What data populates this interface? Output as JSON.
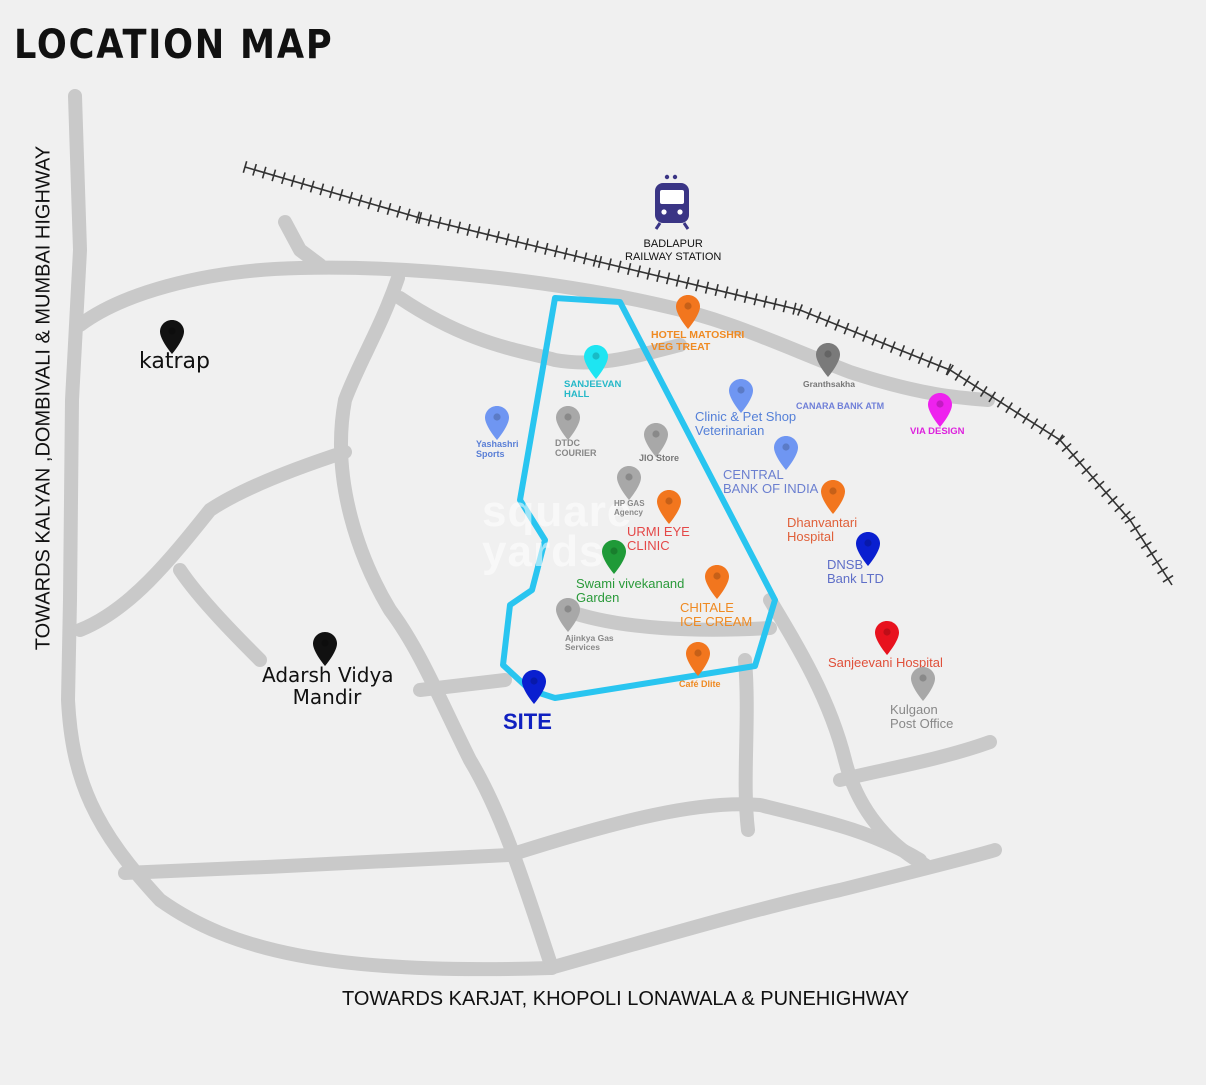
{
  "title": "LOCATION MAP",
  "edges": {
    "left": "TOWARDS KALYAN ,DOMBIVALI & MUMBAI HIGHWAY",
    "bottom": "TOWARDS KARJAT, KHOPOLI LONAWALA & PUNEHIGHWAY"
  },
  "station": {
    "label": "BADLAPUR\nRAILWAY STATION",
    "icon": "train-icon"
  },
  "watermark": "square\nyards",
  "colors": {
    "background": "#f0f0f0",
    "road": "#c9c9c9",
    "site_boundary": "#29c5f0",
    "railway": "#333333"
  },
  "places": [
    {
      "id": "katrap",
      "label": "katrap",
      "pin": "#111111",
      "text": "#111111"
    },
    {
      "id": "adarsh-vidya-mandir",
      "label": "Adarsh Vidya\nMandir",
      "pin": "#111111",
      "text": "#111111"
    },
    {
      "id": "site",
      "label": "SITE",
      "pin": "#0a1fd0",
      "text": "#1020c0"
    },
    {
      "id": "hotel-matoshri",
      "label": "HOTEL MATOSHRI\nVEG TREAT",
      "pin": "#f2761e",
      "text": "#ef8a22"
    },
    {
      "id": "sanjeevan-hall",
      "label": "SANJEEVAN\nHALL",
      "pin": "#1ee5f2",
      "text": "#25b8c8"
    },
    {
      "id": "granthsakha",
      "label": "Granthsakha",
      "pin": "#7a7a7a",
      "text": "#777777"
    },
    {
      "id": "canara-bank-atm",
      "label": "CANARA BANK ATM",
      "pin": "",
      "text": "#6f7fd8"
    },
    {
      "id": "via-design",
      "label": "VIA DESIGN",
      "pin": "#ee22ee",
      "text": "#dd22dd"
    },
    {
      "id": "clinic-pet-shop",
      "label": "Clinic & Pet Shop\nVeterinarian",
      "pin": "#6f96f2",
      "text": "#5580d8"
    },
    {
      "id": "yashashri-sports",
      "label": "Yashashri\nSports",
      "pin": "#6f96f2",
      "text": "#5a7fd6"
    },
    {
      "id": "dtdc-courier",
      "label": "DTDC\nCOURIER",
      "pin": "#a8a8a8",
      "text": "#888888"
    },
    {
      "id": "jio-store",
      "label": "JIO Store",
      "pin": "#a8a8a8",
      "text": "#777777"
    },
    {
      "id": "central-bank",
      "label": "CENTRAL\nBANK OF INDIA",
      "pin": "#6f96f2",
      "text": "#6b7fd0"
    },
    {
      "id": "hp-gas",
      "label": "HP GAS\nAgency",
      "pin": "#a8a8a8",
      "text": "#888888"
    },
    {
      "id": "urmi-eye-clinic",
      "label": "URMI EYE\nCLINIC",
      "pin": "#f2761e",
      "text": "#e44848"
    },
    {
      "id": "dhanvantari-hospital",
      "label": "Dhanvantari\nHospital",
      "pin": "#f2761e",
      "text": "#e0603a"
    },
    {
      "id": "swami-vivekanand-garden",
      "label": "Swami vivekanand\nGarden",
      "pin": "#1f9a38",
      "text": "#2a9a3a"
    },
    {
      "id": "dnsb-bank",
      "label": "DNSB\nBank LTD",
      "pin": "#0a1fd0",
      "text": "#5f6fc8"
    },
    {
      "id": "chitale-ice-cream",
      "label": "CHITALE\nICE CREAM",
      "pin": "#f2761e",
      "text": "#ef8a22"
    },
    {
      "id": "ajinkya-gas",
      "label": "Ajinkya Gas\nServices",
      "pin": "#a8a8a8",
      "text": "#888888"
    },
    {
      "id": "sanjeevani-hospital",
      "label": "Sanjeevani Hospital",
      "pin": "#e8121e",
      "text": "#e0503a"
    },
    {
      "id": "cafe-dlite",
      "label": "Café Dlite",
      "pin": "#f2761e",
      "text": "#ef8a22"
    },
    {
      "id": "kulgaon-post-office",
      "label": "Kulgaon\nPost Office",
      "pin": "#a8a8a8",
      "text": "#888888"
    }
  ]
}
